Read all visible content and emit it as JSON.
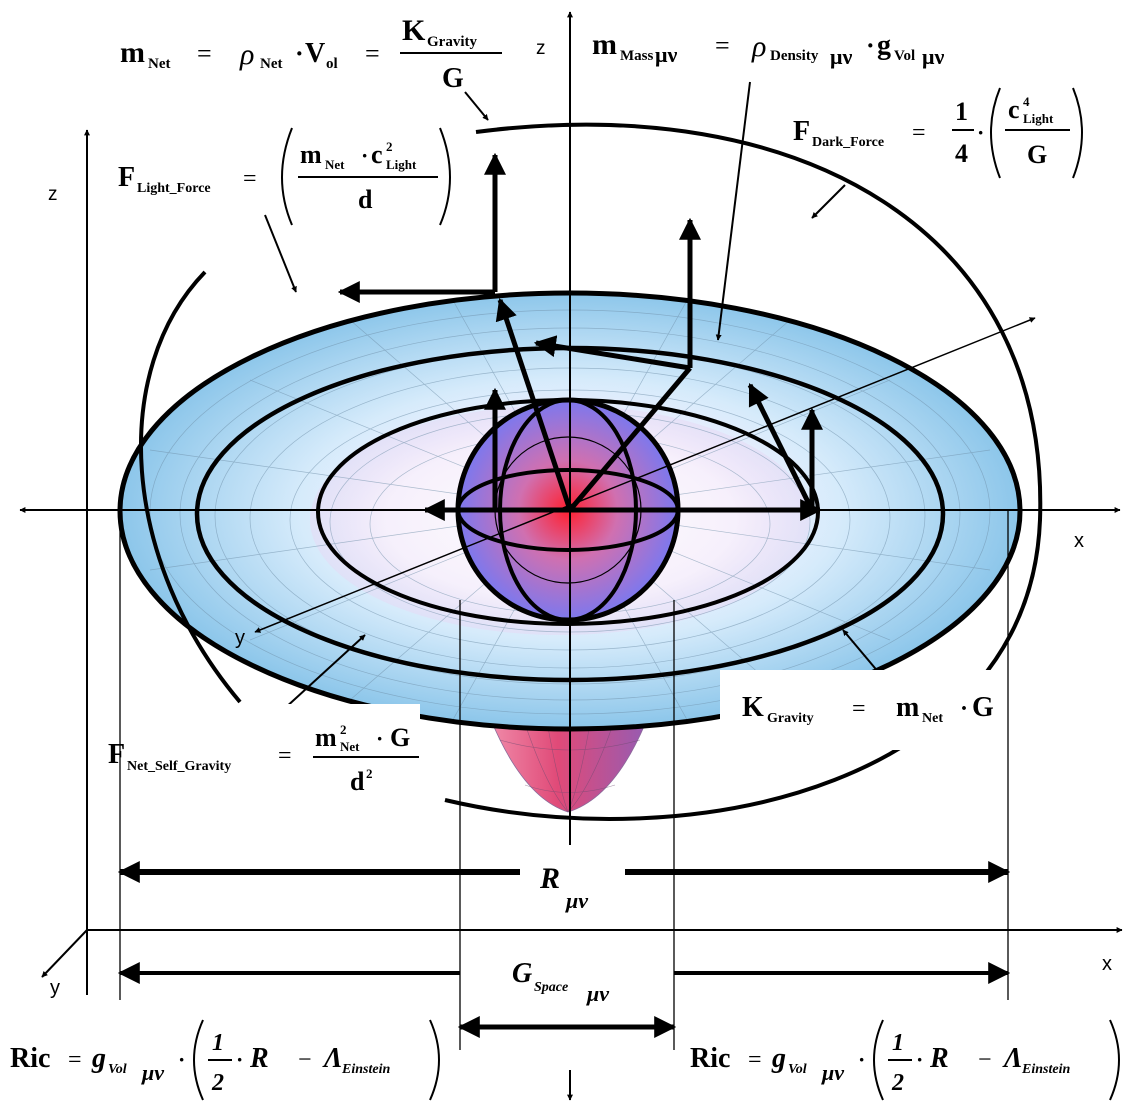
{
  "axes": {
    "z_center": "z",
    "z_left": "z",
    "x_main": "x",
    "x_bottom": "x",
    "y_main": "y",
    "y_bottom": "y"
  },
  "eq_m_net": {
    "m": "m",
    "net": "Net",
    "eq1": "=",
    "rho": "ρ",
    "net2": "Net",
    "dot": "·",
    "v": "V",
    "ol": "ol",
    "eq2": "=",
    "k": "K",
    "gravity": "Gravity",
    "g": "G"
  },
  "eq_m_mass": {
    "m": "m",
    "mass": "Mass",
    "munu": "μν",
    "eq": "=",
    "rho": "ρ",
    "density": "Density",
    "munu2": "μν",
    "dot": "·",
    "g": "g",
    "vol": "Vol",
    "munu3": "μν"
  },
  "eq_f_light": {
    "f": "F",
    "sub": "Light_Force",
    "eq": "=",
    "m": "m",
    "net": "Net",
    "dot": "·",
    "c": "c",
    "sq": "2",
    "light": "Light",
    "d": "d"
  },
  "eq_f_dark": {
    "f": "F",
    "sub": "Dark_Force",
    "eq": "=",
    "one": "1",
    "four": "4",
    "dot": "·",
    "c": "c",
    "pow": "4",
    "light": "Light",
    "g": "G"
  },
  "eq_k_gravity": {
    "k": "K",
    "sub": "Gravity",
    "eq": "=",
    "m": "m",
    "net": "Net",
    "dot": "·",
    "g": "G"
  },
  "eq_f_self": {
    "f": "F",
    "sub": "Net_Self_Gravity",
    "eq": "=",
    "m": "m",
    "sq": "2",
    "net": "Net",
    "dot": "·",
    "g": "G",
    "d": "d",
    "sq2": "2"
  },
  "label_r": {
    "r": "R",
    "munu": "μν"
  },
  "label_g_space": {
    "g": "G",
    "space": "Space",
    "munu": "μν"
  },
  "eq_ric_left": {
    "ric": "Ric",
    "eq": "=",
    "g": "g",
    "vol": "Vol",
    "munu": "μν",
    "dot1": "·",
    "one": "1",
    "two": "2",
    "dot2": "·",
    "r": "R",
    "minus": "−",
    "lambda": "Λ",
    "einstein": "Einstein"
  },
  "eq_ric_right": {
    "ric": "Ric",
    "eq": "=",
    "g": "g",
    "vol": "Vol",
    "munu": "μν",
    "dot1": "·",
    "one": "1",
    "two": "2",
    "dot2": "·",
    "r": "R",
    "minus": "−",
    "lambda": "Λ",
    "einstein": "Einstein"
  },
  "colors": {
    "disk_light": "#eaf6ff",
    "disk_blue": "#8fc8ec",
    "funnel_red": "#e0506e",
    "sphere_core": "#ff3040",
    "sphere_blue": "#8a8cf0",
    "ink": "#000000"
  }
}
